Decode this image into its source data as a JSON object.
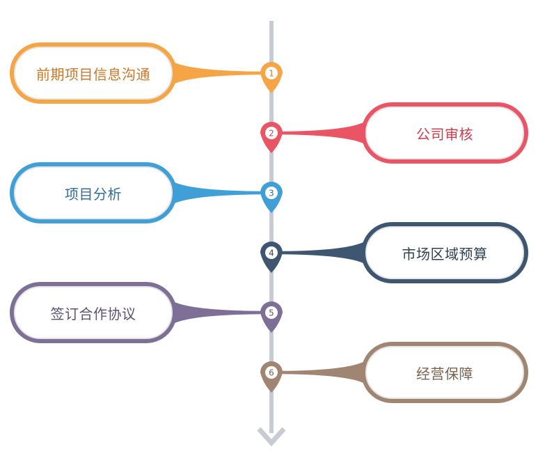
{
  "steps": [
    {
      "number": "1",
      "label": "前期项目信息沟通",
      "side": "left",
      "color": "#f6a546",
      "text_color": "#c7782a"
    },
    {
      "number": "2",
      "label": "公司审核",
      "side": "right",
      "color": "#ea5565",
      "text_color": "#c9414f"
    },
    {
      "number": "3",
      "label": "项目分析",
      "side": "left",
      "color": "#3f9fd6",
      "text_color": "#2f6f98"
    },
    {
      "number": "4",
      "label": "市场区域预算",
      "side": "right",
      "color": "#3e5670",
      "text_color": "#2f3f52"
    },
    {
      "number": "5",
      "label": "签订合作协议",
      "side": "left",
      "color": "#7d6f96",
      "text_color": "#5d5270"
    },
    {
      "number": "6",
      "label": "经营保障",
      "side": "right",
      "color": "#a08572",
      "text_color": "#7a6252"
    }
  ],
  "axis_color": "#c9cbd4"
}
